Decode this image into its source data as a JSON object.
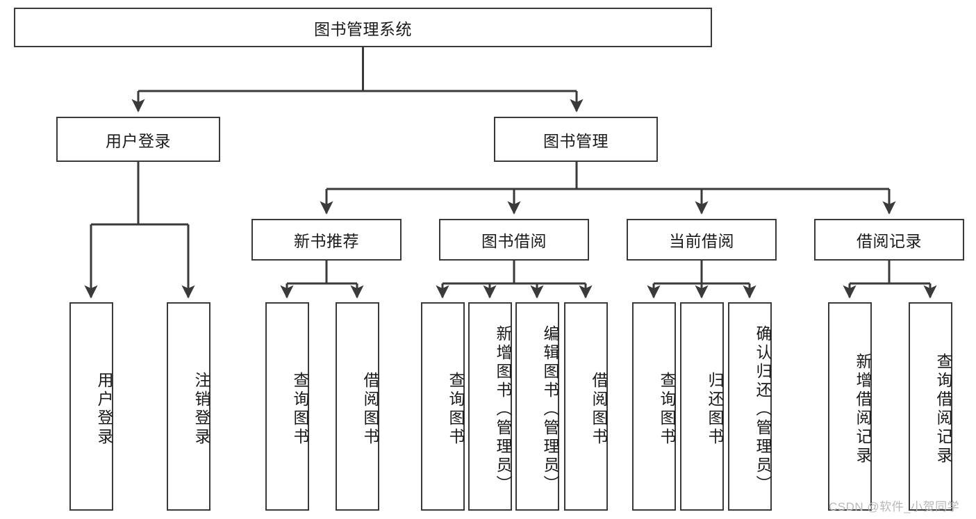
{
  "diagram": {
    "title": "图书管理系统",
    "type": "tree-hierarchy",
    "root": {
      "label": "图书管理系统"
    },
    "level2": [
      {
        "label": "用户登录"
      },
      {
        "label": "图书管理"
      }
    ],
    "level3": [
      {
        "label": "新书推荐"
      },
      {
        "label": "图书借阅"
      },
      {
        "label": "当前借阅"
      },
      {
        "label": "借阅记录"
      }
    ],
    "leaves": {
      "user_login": [
        {
          "label": "用户登录"
        },
        {
          "label": "注销登录"
        }
      ],
      "new_book_recommend": [
        {
          "label": "查询图书"
        },
        {
          "label": "借阅图书"
        }
      ],
      "book_borrow": [
        {
          "label": "查询图书"
        },
        {
          "label": "新增图书（管理员）"
        },
        {
          "label": "编辑图书（管理员）"
        },
        {
          "label": "借阅图书"
        }
      ],
      "current_borrow": [
        {
          "label": "查询图书"
        },
        {
          "label": "归还图书"
        },
        {
          "label": "确认归还（管理员）"
        }
      ],
      "borrow_record": [
        {
          "label": "新增借阅记录"
        },
        {
          "label": "查询借阅记录"
        }
      ]
    },
    "watermark": "CSDN @软件_小贺同学",
    "colors": {
      "border": "#3a3a3a",
      "background": "#ffffff",
      "text": "#1a1a1a",
      "watermark": "#b8b8b8"
    }
  }
}
